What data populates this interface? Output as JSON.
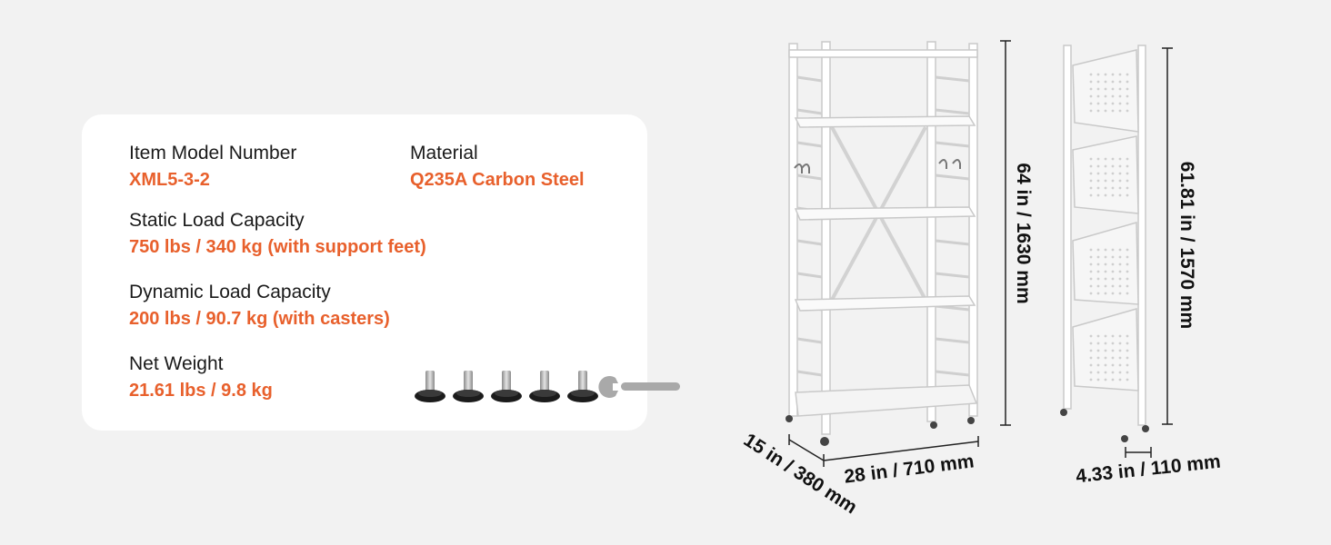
{
  "specs": {
    "model": {
      "label": "Item Model Number",
      "value": "XML5-3-2"
    },
    "material": {
      "label": "Material",
      "value": "Q235A Carbon Steel"
    },
    "static_load": {
      "label": "Static Load Capacity",
      "value": "750 lbs / 340 kg (with support feet)"
    },
    "dynamic_load": {
      "label": "Dynamic Load Capacity",
      "value": "200 lbs / 90.7 kg (with casters)"
    },
    "net_weight": {
      "label": "Net Weight",
      "value": "21.61 lbs / 9.8 kg"
    }
  },
  "accessories": {
    "support_feet_count": 5,
    "icons": [
      "support-foot-icon",
      "wrench-icon"
    ]
  },
  "dimensions": {
    "height_assembled": "64 in / 1630 mm",
    "height_folded": "61.81 in / 1570 mm",
    "depth": "15 in / 380 mm",
    "width": "28 in / 710 mm",
    "folded_thickness": "4.33 in / 110 mm"
  },
  "colors": {
    "accent": "#e8602c",
    "card": "#ffffff",
    "background": "#f2f2f2",
    "text": "#1a1a1a"
  }
}
